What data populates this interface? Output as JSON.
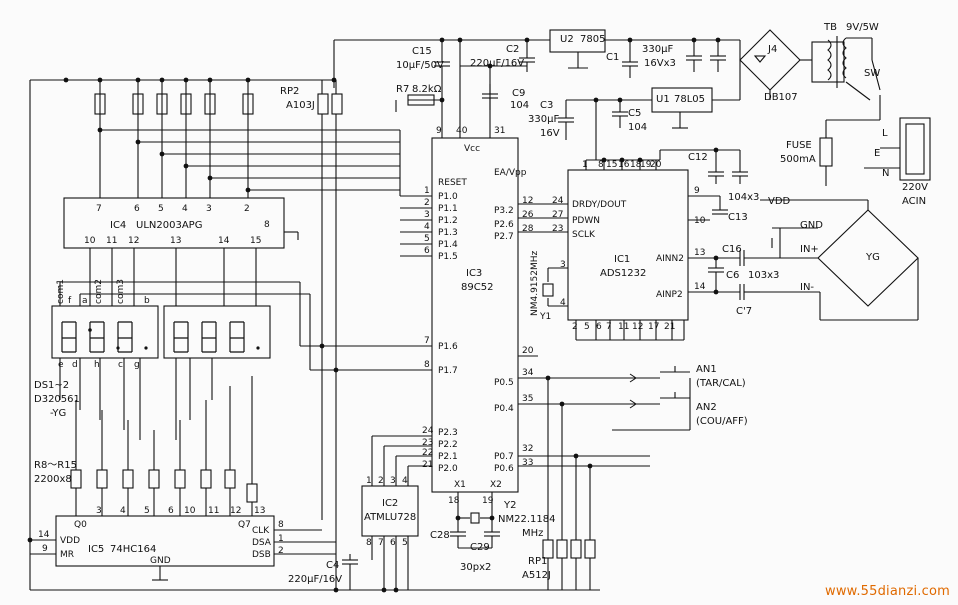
{
  "components": {
    "ic3": {
      "ref": "IC3",
      "part": "89C52"
    },
    "ic1": {
      "ref": "IC1",
      "part": "ADS1232"
    },
    "ic2": {
      "ref": "IC2",
      "part": "ATMLU728"
    },
    "ic4": {
      "ref": "IC4",
      "part": "ULN2003APG"
    },
    "ic5": {
      "ref": "IC5",
      "part": "74HC164"
    },
    "u1": {
      "ref": "U1",
      "part": "78L05"
    },
    "u2": {
      "ref": "U2",
      "part": "7805"
    },
    "bridge": "DB107",
    "j4": "J4",
    "transformer": {
      "ref": "TB",
      "rating": "9V/5W"
    },
    "switch": "SW",
    "fuse": {
      "ref": "FUSE",
      "rating": "500mA"
    },
    "acin": {
      "line1": "220V",
      "line2": "ACIN",
      "L": "L",
      "E": "E",
      "N": "N"
    },
    "yg": "YG",
    "display": {
      "ref": "DS1~2",
      "part": "D320561",
      "suffix": "-YG"
    },
    "crystal_y1": {
      "ref": "Y1",
      "freq": "NM4.9152MHz"
    },
    "crystal_y2": {
      "ref": "Y2",
      "freq": "NM22.1184",
      "unit": "MHz"
    },
    "rp1": {
      "ref": "RP1",
      "value": "A512J"
    },
    "rp2": {
      "ref": "RP2",
      "value": "A103J"
    },
    "r7": {
      "ref": "R7",
      "value": "8.2kΩ"
    },
    "r8_r15": {
      "ref": "R8～R15",
      "value": "2200x8"
    },
    "c15": {
      "ref": "C15",
      "value": "10μF/50V"
    },
    "c2": {
      "ref": "C2",
      "value": "220μF/16V"
    },
    "c9": {
      "ref": "C9",
      "value": "104"
    },
    "c3": {
      "ref": "C3",
      "value1": "330μF",
      "value2": "16V"
    },
    "c5": {
      "ref": "C5",
      "value": "104"
    },
    "c1": {
      "ref": "C1",
      "value1": "330μF",
      "value2": "16Vx3"
    },
    "c12": {
      "ref": "C12"
    },
    "c13": {
      "ref": "C13",
      "value": "104x3"
    },
    "c16": {
      "ref": "C16"
    },
    "c6": {
      "ref": "C6",
      "value": "103x3"
    },
    "c7": {
      "ref": "C'7"
    },
    "c4": {
      "ref": "C4",
      "value": "220μF/16V"
    },
    "c28": {
      "ref": "C28"
    },
    "c29": {
      "ref": "C29",
      "value": "30px2"
    },
    "an1": {
      "ref": "AN1",
      "label": "(TAR/CAL)"
    },
    "an2": {
      "ref": "AN2",
      "label": "(COU/AFF)"
    }
  },
  "nets": {
    "vdd": "VDD",
    "gnd": "GND",
    "in_plus": "IN+",
    "in_minus": "IN-"
  },
  "ic3_pins": {
    "reset": "RESET",
    "vcc": "Vcc",
    "ea": "EA/Vpp",
    "p10": "P1.0",
    "p11": "P1.1",
    "p12": "P1.2",
    "p13": "P1.3",
    "p14": "P1.4",
    "p15": "P1.5",
    "p16": "P1.6",
    "p17": "P1.7",
    "p32": "P3.2",
    "p26": "P2.6",
    "p27": "P2.7",
    "p05": "P0.5",
    "p04": "P0.4",
    "p07": "P0.7",
    "p06": "P0.6",
    "p23": "P2.3",
    "p22": "P2.2",
    "p21": "P2.1",
    "p20": "P2.0",
    "x1": "X1",
    "x2": "X2"
  },
  "ic1_pins": {
    "drdy": "DRDY/DOUT",
    "pdwn": "PDWN",
    "sclk": "SCLK",
    "ainn2": "AINN2",
    "ainp2": "AINP2"
  },
  "ic5_pins": {
    "q0": "Q0",
    "q7": "Q7",
    "clk": "CLK",
    "dsa": "DSA",
    "dsb": "DSB",
    "vdd": "VDD",
    "mr": "MR",
    "gnd": "GND"
  },
  "display_pins": {
    "com1": "com1",
    "com2": "com2",
    "com3": "com3",
    "f": "f",
    "a": "a",
    "b": "b",
    "e": "e",
    "d": "d",
    "h": "h",
    "c": "c",
    "g": "g"
  },
  "pin_numbers": {
    "ic3_left": [
      "1",
      "2",
      "3",
      "4",
      "5",
      "6",
      "7",
      "8"
    ],
    "ic3_top": [
      "9",
      "40",
      "31"
    ],
    "ic3_right_top": [
      "12",
      "26",
      "28"
    ],
    "ic3_right_mid": [
      "20",
      "34",
      "35",
      "32",
      "33"
    ],
    "ic3_left_low": [
      "24",
      "23",
      "22",
      "21"
    ],
    "ic3_bottom": [
      "18",
      "19"
    ],
    "ic1_top": [
      "1",
      "8",
      "15",
      "16",
      "18",
      "19",
      "20"
    ],
    "ic1_left": [
      "24",
      "27",
      "23"
    ],
    "ic1_left2": [
      "3",
      "4"
    ],
    "ic1_right": [
      "9",
      "10",
      "13",
      "14"
    ],
    "ic1_bottom": [
      "2",
      "5",
      "6",
      "7",
      "11",
      "12",
      "17",
      "21"
    ],
    "ic4_top": [
      "7",
      "6",
      "5",
      "4",
      "3",
      "2"
    ],
    "ic4_right": "8",
    "ic4_bottom": [
      "10",
      "11",
      "12",
      "13",
      "14",
      "15"
    ],
    "ic5_top": [
      "3",
      "4",
      "5",
      "6",
      "10",
      "11",
      "12",
      "13"
    ],
    "ic5_left": [
      "14",
      "9"
    ],
    "ic5_right": [
      "8",
      "1",
      "2"
    ],
    "ic2_top": [
      "1",
      "2",
      "3",
      "4"
    ],
    "ic2_bottom": [
      "8",
      "7",
      "6",
      "5"
    ]
  },
  "watermark": "www.55dianzi.com"
}
